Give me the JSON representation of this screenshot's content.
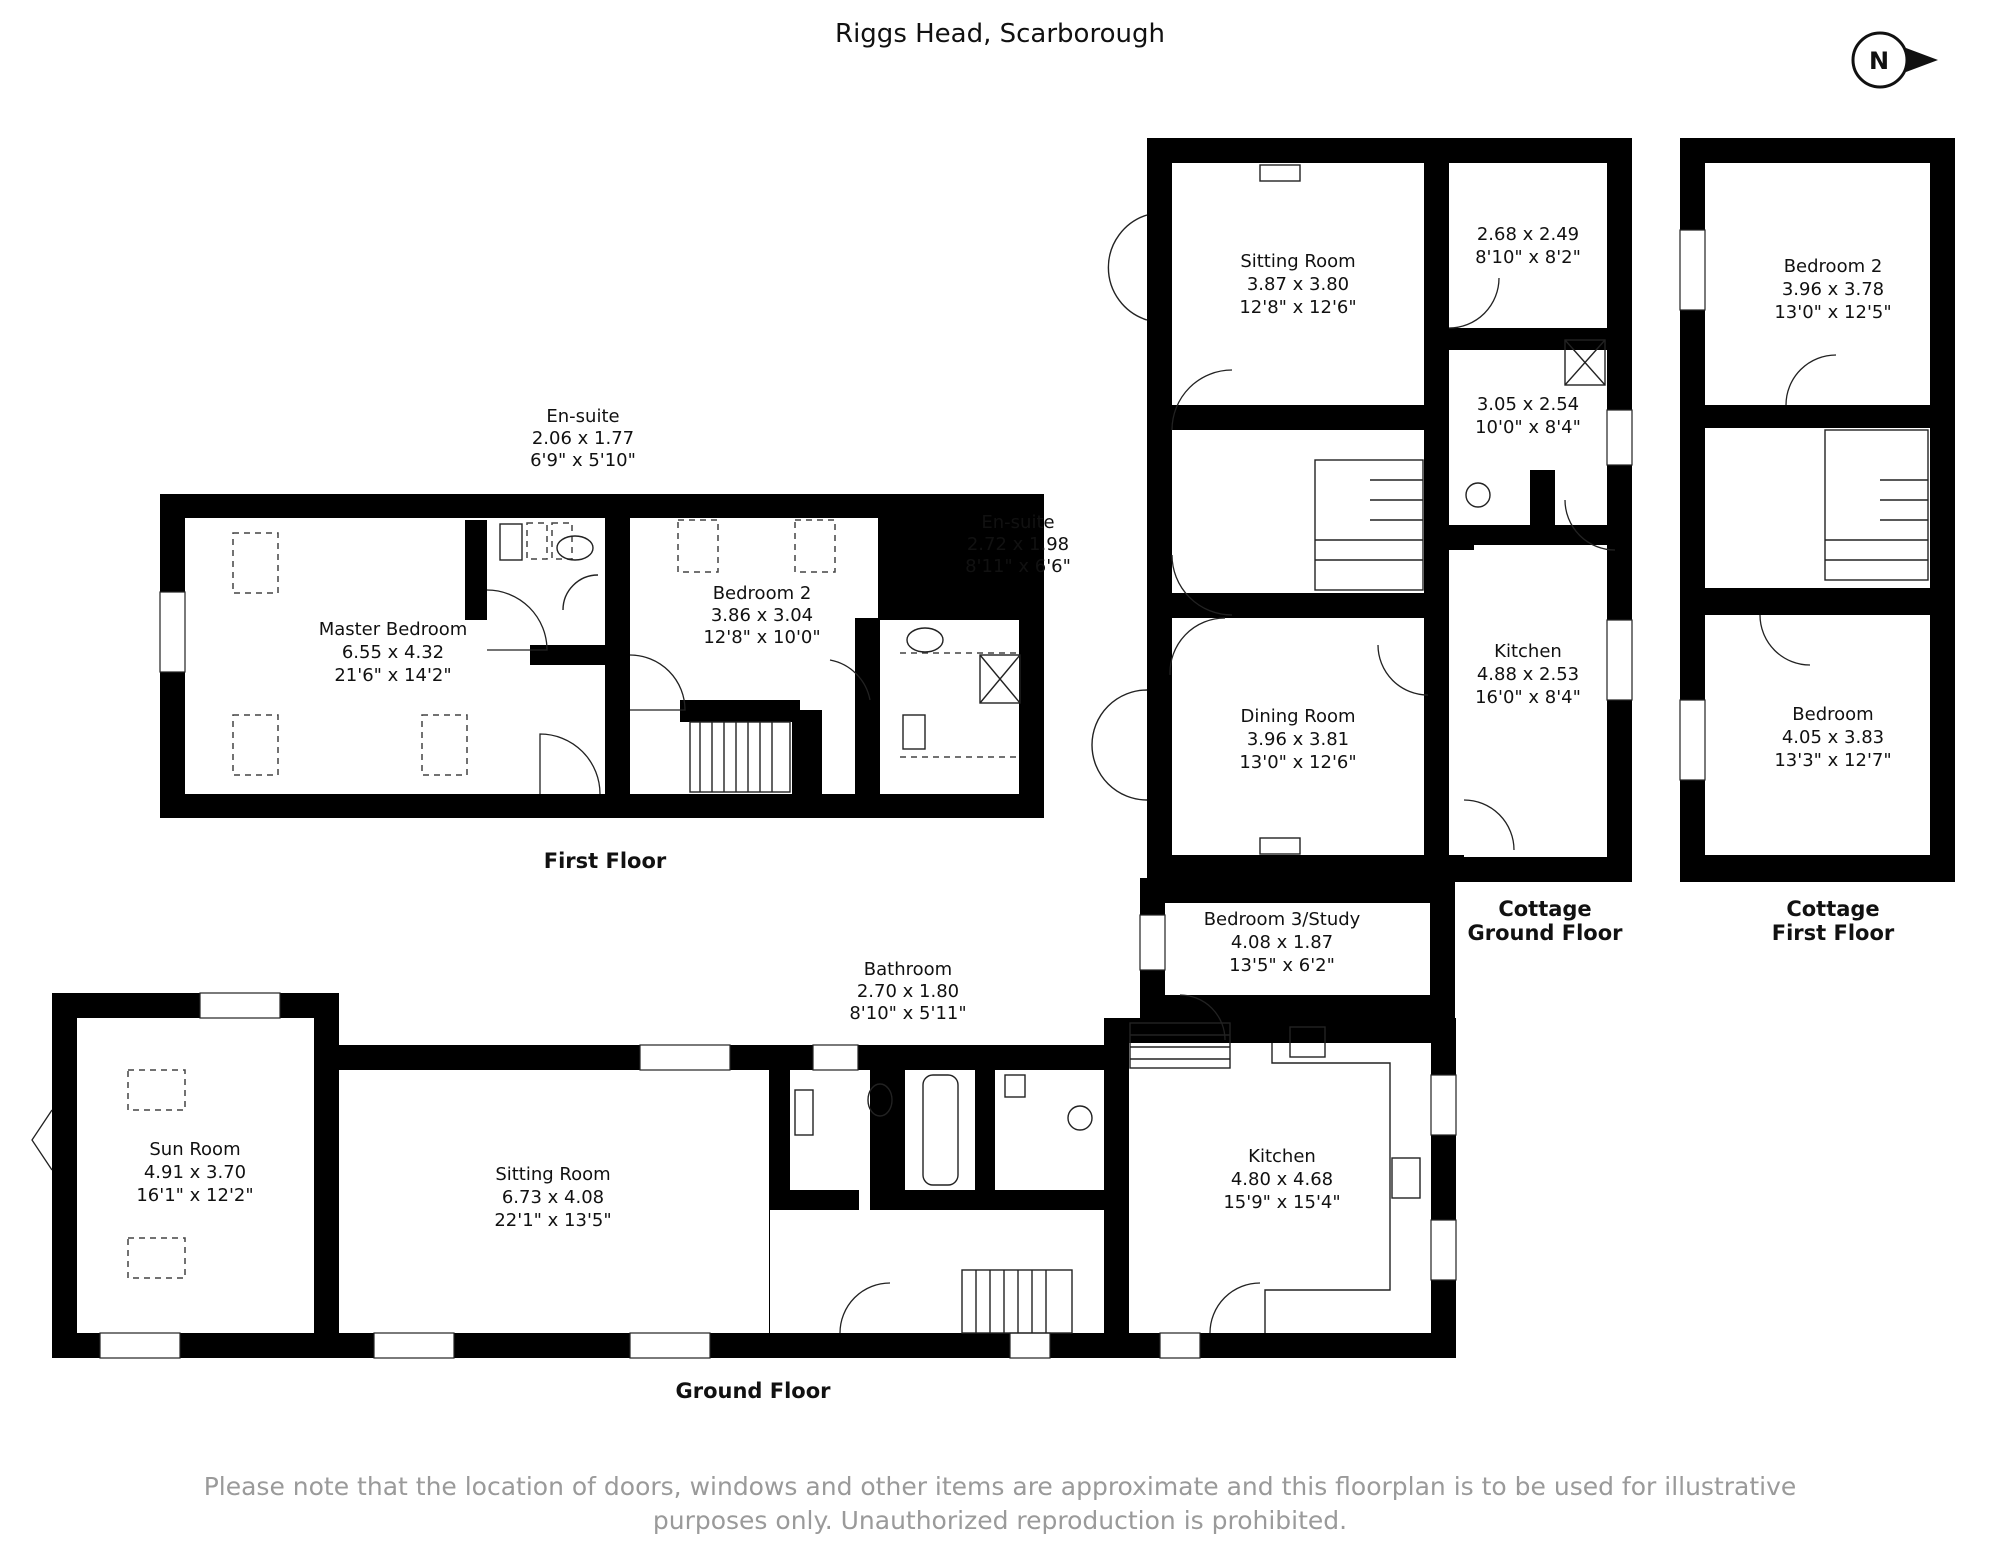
{
  "title": "Riggs Head, Scarborough",
  "compass": {
    "label": "N",
    "icon": "north-arrow-icon"
  },
  "floors": {
    "first_floor": "First Floor",
    "ground_floor": "Ground Floor",
    "cottage_ground_line1": "Cottage",
    "cottage_ground_line2": "Ground Floor",
    "cottage_first_line1": "Cottage",
    "cottage_first_line2": "First Floor"
  },
  "rooms": {
    "master_bedroom": {
      "name": "Master Bedroom",
      "metric": "6.55 x 4.32",
      "imperial": "21'6\" x 14'2\""
    },
    "ensuite_1": {
      "name": "En-suite",
      "metric": "2.06 x 1.77",
      "imperial": "6'9\" x 5'10\""
    },
    "bedroom_2": {
      "name": "Bedroom 2",
      "metric": "3.86 x 3.04",
      "imperial": "12'8\" x 10'0\""
    },
    "ensuite_2": {
      "name": "En-suite",
      "metric": "2.72 x 1.98",
      "imperial": "8'11\" x 6'6\""
    },
    "sun_room": {
      "name": "Sun Room",
      "metric": "4.91 x 3.70",
      "imperial": "16'1\" x 12'2\""
    },
    "sitting_room": {
      "name": "Sitting Room",
      "metric": "6.73 x 4.08",
      "imperial": "22'1\" x 13'5\""
    },
    "bathroom": {
      "name": "Bathroom",
      "metric": "2.70 x 1.80",
      "imperial": "8'10\" x 5'11\""
    },
    "kitchen": {
      "name": "Kitchen",
      "metric": "4.80 x 4.68",
      "imperial": "15'9\" x 15'4\""
    },
    "bedroom_3": {
      "name": "Bedroom 3/Study",
      "metric": "4.08 x 1.87",
      "imperial": "13'5\" x 6'2\""
    },
    "cottage_sitting": {
      "name": "Sitting Room",
      "metric": "3.87 x 3.80",
      "imperial": "12'8\" x 12'6\""
    },
    "cottage_room_a": {
      "metric": "2.68 x 2.49",
      "imperial": "8'10\" x 8'2\""
    },
    "cottage_room_b": {
      "metric": "3.05 x 2.54",
      "imperial": "10'0\" x 8'4\""
    },
    "cottage_kitchen": {
      "name": "Kitchen",
      "metric": "4.88 x 2.53",
      "imperial": "16'0\" x 8'4\""
    },
    "cottage_dining": {
      "name": "Dining Room",
      "metric": "3.96 x 3.81",
      "imperial": "13'0\" x 12'6\""
    },
    "cottage_bedroom_2": {
      "name": "Bedroom 2",
      "metric": "3.96 x 3.78",
      "imperial": "13'0\" x 12'5\""
    },
    "cottage_bedroom": {
      "name": "Bedroom",
      "metric": "4.05 x 3.83",
      "imperial": "13'3\" x 12'7\""
    }
  },
  "disclaimer_line1": "Please note that the location of doors, windows and other items are approximate and this floorplan is to be used for illustrative",
  "disclaimer_line2": "purposes only. Unauthorized reproduction is prohibited."
}
